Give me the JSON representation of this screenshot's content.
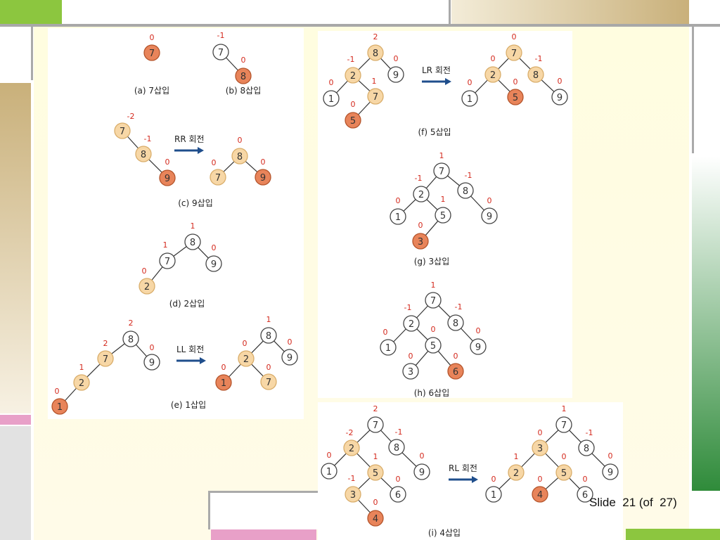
{
  "slide": {
    "footer": "Slide  21 (of  27)"
  },
  "colors": {
    "node_white": "#ffffff",
    "node_light": "#f7d7a6",
    "node_dark": "#e8845a",
    "balance": "#d42a1e",
    "arrow": "#1f4e8c",
    "accent_green": "#2f8b3a",
    "accent_pink": "#e8a0c8",
    "accent_tan": "#c9b07a"
  },
  "diagrams": [
    {
      "id": "a",
      "panel": "left",
      "caption": "(a) 7삽입",
      "nodes": [
        {
          "id": "7a",
          "v": "7",
          "b": "0",
          "c": "dark"
        }
      ],
      "edges": []
    },
    {
      "id": "b",
      "panel": "left",
      "caption": "(b) 8삽입",
      "nodes": [
        {
          "id": "7b",
          "v": "7",
          "b": "-1",
          "c": "white"
        },
        {
          "id": "8b",
          "v": "8",
          "b": "0",
          "c": "dark"
        }
      ],
      "edges": [
        [
          "7b",
          "8b"
        ]
      ]
    },
    {
      "id": "c1",
      "panel": "left",
      "caption": "",
      "nodes": [
        {
          "id": "7c",
          "v": "7",
          "b": "-2",
          "c": "light"
        },
        {
          "id": "8c",
          "v": "8",
          "b": "-1",
          "c": "light"
        },
        {
          "id": "9c",
          "v": "9",
          "b": "0",
          "c": "dark"
        }
      ],
      "edges": [
        [
          "7c",
          "8c"
        ],
        [
          "8c",
          "9c"
        ]
      ]
    },
    {
      "id": "c2",
      "panel": "left",
      "caption": "(c) 9삽입",
      "nodes": [
        {
          "id": "8c2",
          "v": "8",
          "b": "0",
          "c": "light"
        },
        {
          "id": "7c2",
          "v": "7",
          "b": "0",
          "c": "light"
        },
        {
          "id": "9c2",
          "v": "9",
          "b": "0",
          "c": "dark"
        }
      ],
      "edges": [
        [
          "8c2",
          "7c2"
        ],
        [
          "8c2",
          "9c2"
        ]
      ]
    },
    {
      "id": "d",
      "panel": "left",
      "caption": "(d) 2삽입",
      "nodes": [
        {
          "id": "8d",
          "v": "8",
          "b": "1",
          "c": "white"
        },
        {
          "id": "7d",
          "v": "7",
          "b": "1",
          "c": "white"
        },
        {
          "id": "9d",
          "v": "9",
          "b": "0",
          "c": "white"
        },
        {
          "id": "2d",
          "v": "2",
          "b": "0",
          "c": "light"
        }
      ],
      "edges": [
        [
          "8d",
          "7d"
        ],
        [
          "8d",
          "9d"
        ],
        [
          "7d",
          "2d"
        ]
      ]
    },
    {
      "id": "e1",
      "panel": "left",
      "caption": "",
      "nodes": [
        {
          "id": "8e",
          "v": "8",
          "b": "2",
          "c": "white"
        },
        {
          "id": "7e",
          "v": "7",
          "b": "2",
          "c": "light"
        },
        {
          "id": "9e",
          "v": "9",
          "b": "0",
          "c": "white"
        },
        {
          "id": "2e",
          "v": "2",
          "b": "1",
          "c": "light"
        },
        {
          "id": "1e",
          "v": "1",
          "b": "0",
          "c": "dark"
        }
      ],
      "edges": [
        [
          "8e",
          "7e"
        ],
        [
          "8e",
          "9e"
        ],
        [
          "7e",
          "2e"
        ],
        [
          "2e",
          "1e"
        ]
      ]
    },
    {
      "id": "e2",
      "panel": "left",
      "caption": "(e) 1삽입",
      "nodes": [
        {
          "id": "8e2",
          "v": "8",
          "b": "1",
          "c": "white"
        },
        {
          "id": "2e2",
          "v": "2",
          "b": "0",
          "c": "light"
        },
        {
          "id": "9e2",
          "v": "9",
          "b": "0",
          "c": "white"
        },
        {
          "id": "1e2",
          "v": "1",
          "b": "0",
          "c": "dark"
        },
        {
          "id": "7e2",
          "v": "7",
          "b": "0",
          "c": "light"
        }
      ],
      "edges": [
        [
          "8e2",
          "2e2"
        ],
        [
          "8e2",
          "9e2"
        ],
        [
          "2e2",
          "1e2"
        ],
        [
          "2e2",
          "7e2"
        ]
      ]
    },
    {
      "id": "f1",
      "panel": "right",
      "caption": "",
      "nodes": [
        {
          "id": "8f",
          "v": "8",
          "b": "2",
          "c": "light"
        },
        {
          "id": "2f",
          "v": "2",
          "b": "-1",
          "c": "light"
        },
        {
          "id": "9f",
          "v": "9",
          "b": "0",
          "c": "white"
        },
        {
          "id": "1f",
          "v": "1",
          "b": "0",
          "c": "white"
        },
        {
          "id": "7f",
          "v": "7",
          "b": "1",
          "c": "light"
        },
        {
          "id": "5f",
          "v": "5",
          "b": "0",
          "c": "dark"
        }
      ],
      "edges": [
        [
          "8f",
          "2f"
        ],
        [
          "8f",
          "9f"
        ],
        [
          "2f",
          "1f"
        ],
        [
          "2f",
          "7f"
        ],
        [
          "7f",
          "5f"
        ]
      ]
    },
    {
      "id": "f2",
      "panel": "right",
      "caption": "(f) 5삽입",
      "nodes": [
        {
          "id": "7f2",
          "v": "7",
          "b": "0",
          "c": "light"
        },
        {
          "id": "2f2",
          "v": "2",
          "b": "0",
          "c": "light"
        },
        {
          "id": "8f2",
          "v": "8",
          "b": "-1",
          "c": "light"
        },
        {
          "id": "1f2",
          "v": "1",
          "b": "0",
          "c": "white"
        },
        {
          "id": "5f2",
          "v": "5",
          "b": "0",
          "c": "dark"
        },
        {
          "id": "9f2",
          "v": "9",
          "b": "0",
          "c": "white"
        }
      ],
      "edges": [
        [
          "7f2",
          "2f2"
        ],
        [
          "7f2",
          "8f2"
        ],
        [
          "2f2",
          "1f2"
        ],
        [
          "2f2",
          "5f2"
        ],
        [
          "8f2",
          "9f2"
        ]
      ]
    },
    {
      "id": "g",
      "panel": "right",
      "caption": "(g) 3삽입",
      "nodes": [
        {
          "id": "7g",
          "v": "7",
          "b": "1",
          "c": "white"
        },
        {
          "id": "2g",
          "v": "2",
          "b": "-1",
          "c": "white"
        },
        {
          "id": "8g",
          "v": "8",
          "b": "-1",
          "c": "white"
        },
        {
          "id": "1g",
          "v": "1",
          "b": "0",
          "c": "white"
        },
        {
          "id": "5g",
          "v": "5",
          "b": "1",
          "c": "white"
        },
        {
          "id": "9g",
          "v": "9",
          "b": "0",
          "c": "white"
        },
        {
          "id": "3g",
          "v": "3",
          "b": "0",
          "c": "dark"
        }
      ],
      "edges": [
        [
          "7g",
          "2g"
        ],
        [
          "7g",
          "8g"
        ],
        [
          "2g",
          "1g"
        ],
        [
          "2g",
          "5g"
        ],
        [
          "8g",
          "9g"
        ],
        [
          "5g",
          "3g"
        ]
      ]
    },
    {
      "id": "h",
      "panel": "right",
      "caption": "(h) 6삽입",
      "nodes": [
        {
          "id": "7h",
          "v": "7",
          "b": "1",
          "c": "white"
        },
        {
          "id": "2h",
          "v": "2",
          "b": "-1",
          "c": "white"
        },
        {
          "id": "8h",
          "v": "8",
          "b": "-1",
          "c": "white"
        },
        {
          "id": "1h",
          "v": "1",
          "b": "0",
          "c": "white"
        },
        {
          "id": "5h",
          "v": "5",
          "b": "0",
          "c": "white"
        },
        {
          "id": "9h",
          "v": "9",
          "b": "0",
          "c": "white"
        },
        {
          "id": "3h",
          "v": "3",
          "b": "0",
          "c": "white"
        },
        {
          "id": "6h",
          "v": "6",
          "b": "0",
          "c": "dark"
        }
      ],
      "edges": [
        [
          "7h",
          "2h"
        ],
        [
          "7h",
          "8h"
        ],
        [
          "2h",
          "1h"
        ],
        [
          "2h",
          "5h"
        ],
        [
          "8h",
          "9h"
        ],
        [
          "5h",
          "3h"
        ],
        [
          "5h",
          "6h"
        ]
      ]
    },
    {
      "id": "i1",
      "panel": "bottom",
      "caption": "",
      "nodes": [
        {
          "id": "7i",
          "v": "7",
          "b": "2",
          "c": "white"
        },
        {
          "id": "2i",
          "v": "2",
          "b": "-2",
          "c": "light"
        },
        {
          "id": "8i",
          "v": "8",
          "b": "-1",
          "c": "white"
        },
        {
          "id": "1i",
          "v": "1",
          "b": "0",
          "c": "white"
        },
        {
          "id": "5i",
          "v": "5",
          "b": "1",
          "c": "light"
        },
        {
          "id": "9i",
          "v": "9",
          "b": "0",
          "c": "white"
        },
        {
          "id": "3i",
          "v": "3",
          "b": "-1",
          "c": "light"
        },
        {
          "id": "6i",
          "v": "6",
          "b": "0",
          "c": "white"
        },
        {
          "id": "4i",
          "v": "4",
          "b": "0",
          "c": "dark"
        }
      ],
      "edges": [
        [
          "7i",
          "2i"
        ],
        [
          "7i",
          "8i"
        ],
        [
          "2i",
          "1i"
        ],
        [
          "2i",
          "5i"
        ],
        [
          "8i",
          "9i"
        ],
        [
          "5i",
          "3i"
        ],
        [
          "5i",
          "6i"
        ],
        [
          "3i",
          "4i"
        ]
      ]
    },
    {
      "id": "i2",
      "panel": "bottom",
      "caption": "(i) 4삽입",
      "nodes": [
        {
          "id": "7i2",
          "v": "7",
          "b": "1",
          "c": "white"
        },
        {
          "id": "3i2",
          "v": "3",
          "b": "0",
          "c": "light"
        },
        {
          "id": "8i2",
          "v": "8",
          "b": "-1",
          "c": "white"
        },
        {
          "id": "2i2",
          "v": "2",
          "b": "1",
          "c": "light"
        },
        {
          "id": "5i2",
          "v": "5",
          "b": "0",
          "c": "light"
        },
        {
          "id": "9i2",
          "v": "9",
          "b": "0",
          "c": "white"
        },
        {
          "id": "1i2",
          "v": "1",
          "b": "0",
          "c": "white"
        },
        {
          "id": "4i2",
          "v": "4",
          "b": "0",
          "c": "dark"
        },
        {
          "id": "6i2",
          "v": "6",
          "b": "0",
          "c": "white"
        }
      ],
      "edges": [
        [
          "7i2",
          "3i2"
        ],
        [
          "7i2",
          "8i2"
        ],
        [
          "3i2",
          "2i2"
        ],
        [
          "3i2",
          "5i2"
        ],
        [
          "8i2",
          "9i2"
        ],
        [
          "2i2",
          "1i2"
        ],
        [
          "5i2",
          "4i2"
        ],
        [
          "5i2",
          "6i2"
        ]
      ]
    }
  ],
  "rotations": [
    {
      "id": "rr",
      "panel": "left",
      "label": "RR 회전"
    },
    {
      "id": "ll",
      "panel": "left",
      "label": "LL 회전"
    },
    {
      "id": "lr",
      "panel": "right",
      "label": "LR 회전"
    },
    {
      "id": "rl",
      "panel": "bottom",
      "label": "RL 회전"
    }
  ]
}
